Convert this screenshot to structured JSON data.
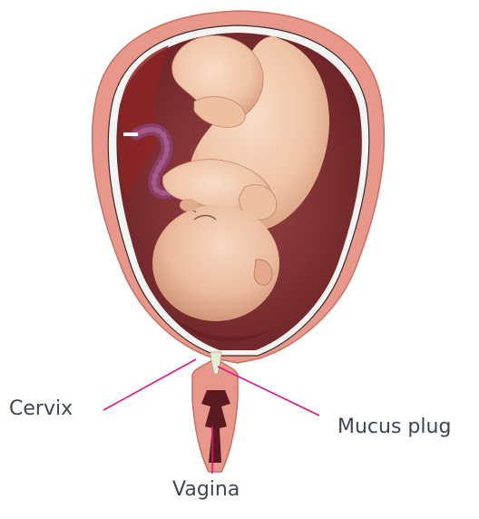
{
  "labels": {
    "cervix": "Cervix",
    "mucus_plug": "Mucus plug",
    "vagina": "Vagina"
  },
  "colors": {
    "uterus_wall": "#e8988a",
    "uterus_outline": "#c86e62",
    "cavity": "#7a2e30",
    "amniotic_rim": "#f4f4f2",
    "skin": "#efc3a6",
    "skin_shadow": "#d79a7c",
    "cord": "#8a3e6a",
    "leader_line": "#e0147e",
    "mucus_plug": "#e5ebd4",
    "vaginal_canal": "#5a1a20",
    "label_text": "#3d4650"
  }
}
